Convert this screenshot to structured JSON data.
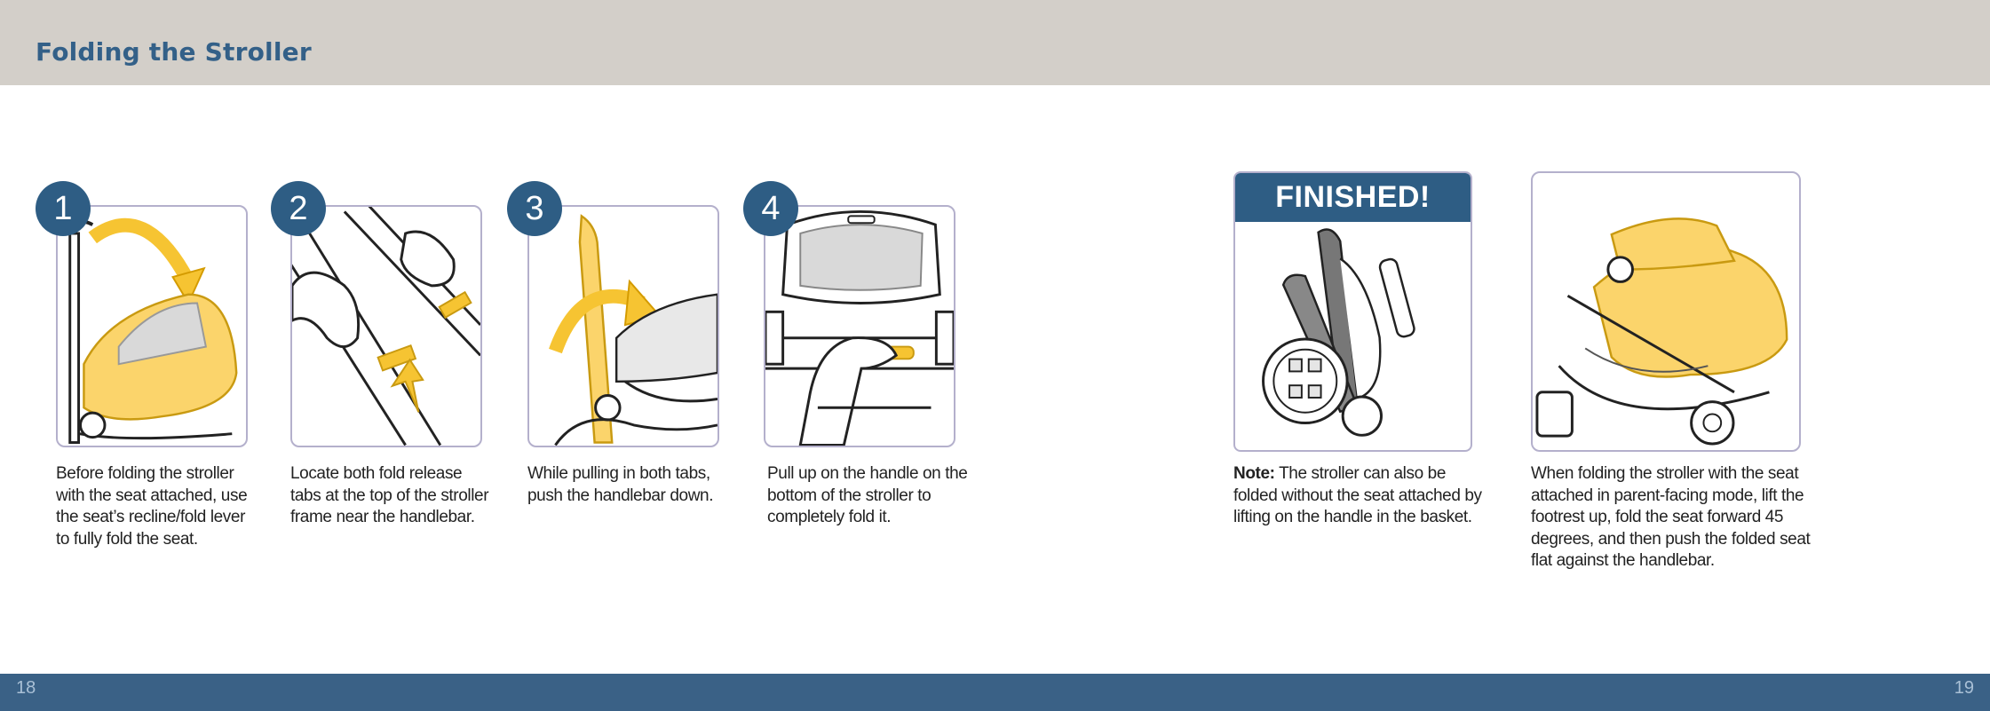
{
  "header": {
    "title": "Folding the Stroller"
  },
  "steps": [
    {
      "number": "1",
      "caption": "Before folding the stroller with the seat attached, use the seat’s recline/fold lever to fully fold the seat."
    },
    {
      "number": "2",
      "caption": "Locate both fold release tabs at the top of the stroller frame near the handlebar."
    },
    {
      "number": "3",
      "caption": "While pulling in both tabs, push the handlebar down."
    },
    {
      "number": "4",
      "caption": "Pull up on the handle on the bottom of the stroller to completely fold it."
    }
  ],
  "finished": {
    "banner": "FINISHED!",
    "note_label": "Note:",
    "note_text": " The stroller can also be folded without the seat attached by lifting on the handle in the basket."
  },
  "seat_attached_caption": "When folding the stroller with the seat attached in parent-facing mode, lift the footrest up, fold the seat forward 45 degrees, and then push the folded seat flat against the handlebar.",
  "page_numbers": {
    "left": "18",
    "right": "19"
  },
  "colors": {
    "header_bg": "#d3cfc9",
    "title": "#336088",
    "accent_blue": "#2e5d84",
    "footer_bg": "#3a6186",
    "highlight_yellow": "#f6c432",
    "box_border": "#b4b0cc"
  }
}
